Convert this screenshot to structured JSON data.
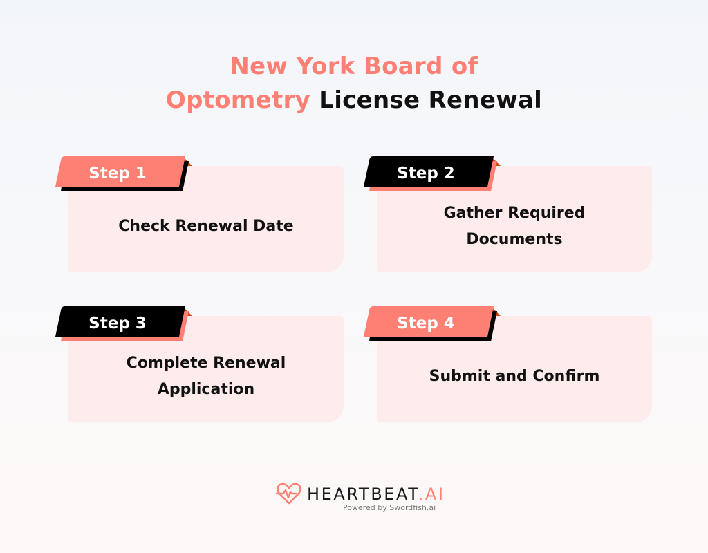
{
  "title": {
    "line1_accent": "New York Board of",
    "line2_accent": "Optometry",
    "line2_rest": " License Renewal"
  },
  "colors": {
    "accent": "#fe7f73",
    "dark": "#000000",
    "card_bg": "#feecec",
    "corner_triangle": "#c74a12"
  },
  "steps": [
    {
      "label": "Step 1",
      "text": "Check Renewal Date",
      "tab_style": "accent"
    },
    {
      "label": "Step 2",
      "text": "Gather Required\nDocuments",
      "tab_style": "dark"
    },
    {
      "label": "Step 3",
      "text": "Complete Renewal\nApplication",
      "tab_style": "dark"
    },
    {
      "label": "Step 4",
      "text": "Submit and Confirm",
      "tab_style": "accent"
    }
  ],
  "footer": {
    "brand_main": "HEARTBEAT",
    "brand_suffix": ".AI",
    "powered_by": "Powered by Swordfish.ai",
    "icon": "heart-pulse-icon"
  }
}
